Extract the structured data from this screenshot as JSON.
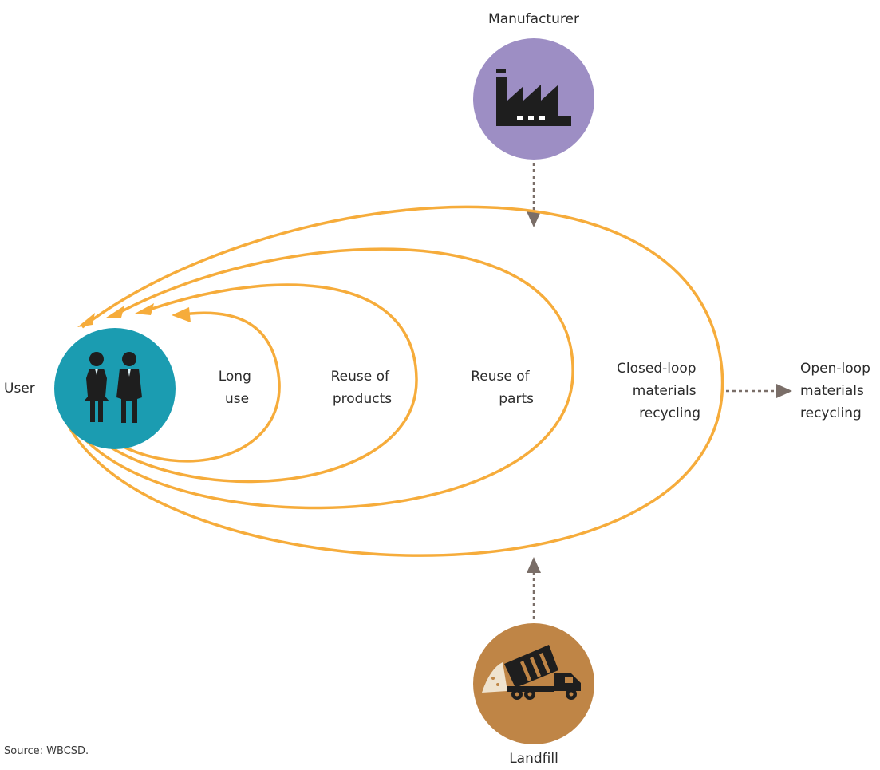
{
  "colors": {
    "loop": "#f6ac3b",
    "dashed": "#7a6e68",
    "manufacturer": "#9d8ec4",
    "user": "#1b9cb1",
    "landfill": "#bf8546",
    "icon": "#1e1e1e"
  },
  "nodes": {
    "manufacturer": {
      "label": "Manufacturer",
      "icon": "factory-icon"
    },
    "user": {
      "label": "User",
      "icon": "people-icon"
    },
    "landfill": {
      "label": "Landfill",
      "icon": "garbage-truck-icon"
    }
  },
  "loops": [
    {
      "id": "long-use",
      "lines": [
        "Long",
        "use"
      ]
    },
    {
      "id": "reuse-products",
      "lines": [
        "Reuse of",
        "products"
      ]
    },
    {
      "id": "reuse-parts",
      "lines": [
        "Reuse of",
        "parts"
      ]
    },
    {
      "id": "closed-loop",
      "lines": [
        "Closed-loop",
        "materials",
        "recycling"
      ]
    }
  ],
  "open_loop": {
    "lines": [
      "Open-loop",
      "materials",
      "recycling"
    ]
  },
  "source": "Source: WBCSD."
}
